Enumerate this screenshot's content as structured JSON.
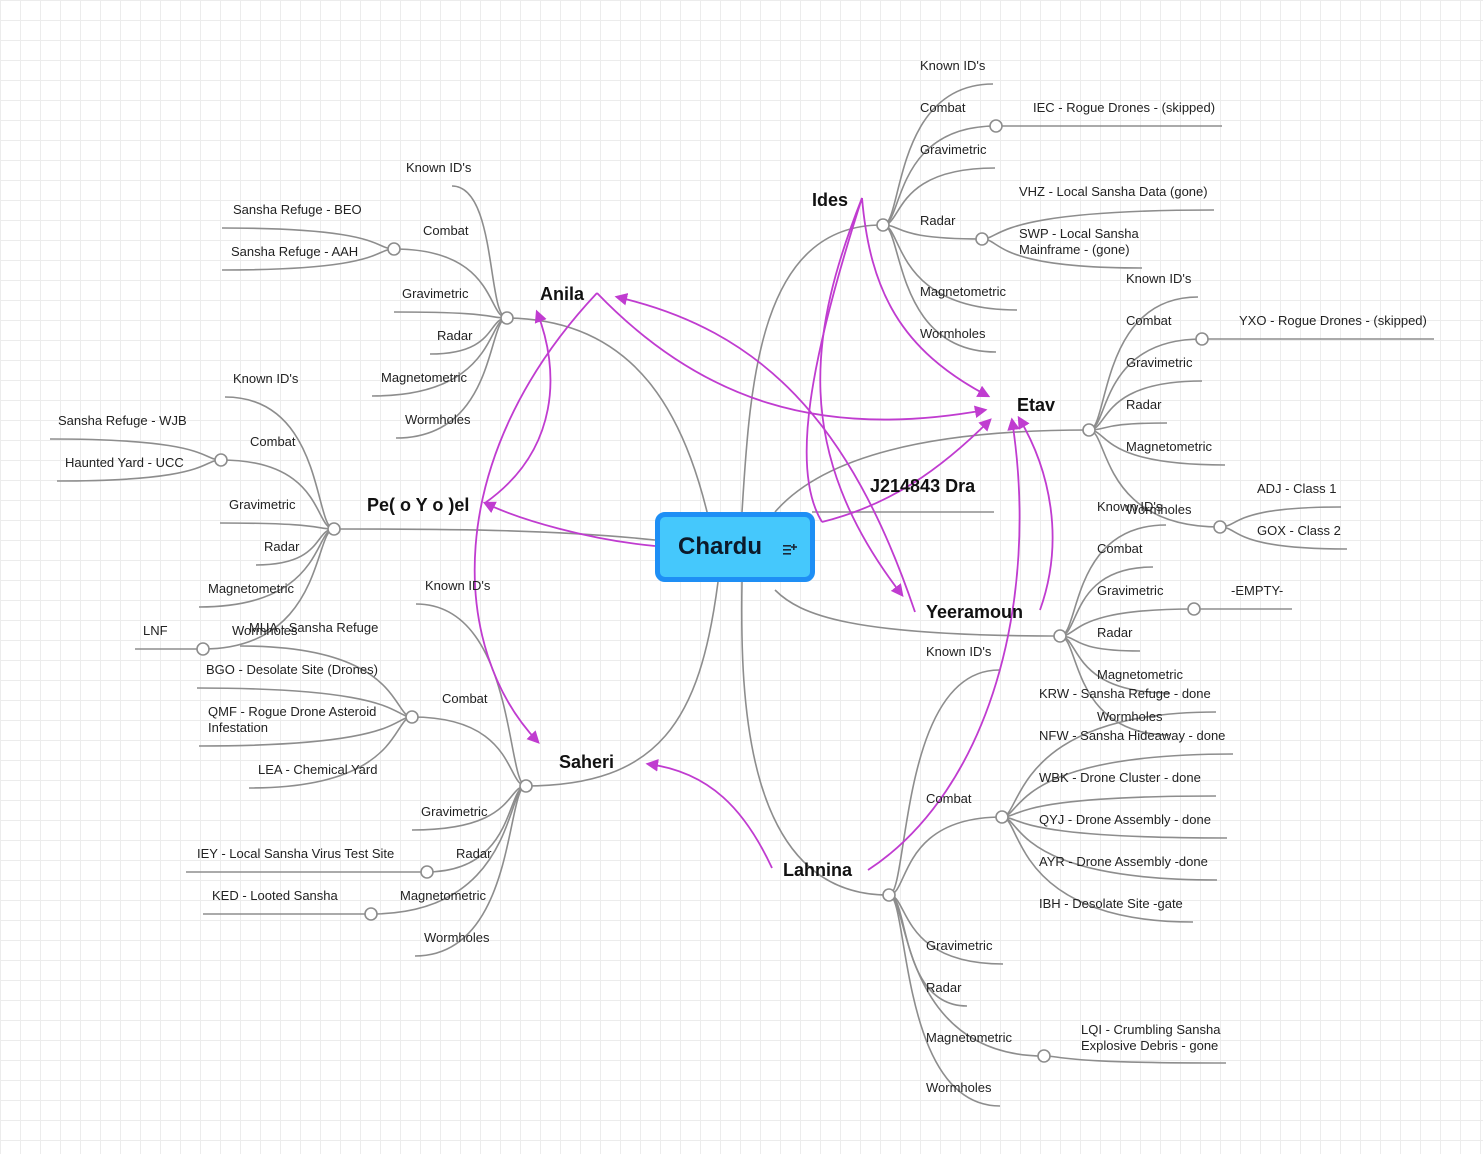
{
  "central": {
    "title": "Chardu",
    "icon": "notes-icon"
  },
  "colors": {
    "accent": "#45c8fc",
    "accent_border": "#1e8ff5",
    "relationship": "#c03cd0",
    "connector": "#8d8d8d"
  },
  "systems": {
    "anila": {
      "name": "Anila",
      "known_ids": "Known ID's",
      "combat": "Combat",
      "combat_sites": [
        "Sansha Refuge - BEO",
        "Sansha Refuge - AAH"
      ],
      "gravimetric": "Gravimetric",
      "radar": "Radar",
      "magnetometric": "Magnetometric",
      "wormholes": "Wormholes"
    },
    "peyoel": {
      "name": "Pe( o Y o )el",
      "known_ids": "Known ID's",
      "combat": "Combat",
      "combat_sites": [
        "Sansha Refuge - WJB",
        "Haunted Yard - UCC"
      ],
      "gravimetric": "Gravimetric",
      "radar": "Radar",
      "magnetometric": "Magnetometric",
      "wormholes": "Wormholes",
      "wormhole_sites": [
        "LNF"
      ]
    },
    "saheri": {
      "name": "Saheri",
      "known_ids": "Known ID's",
      "combat": "Combat",
      "combat_sites": [
        "MUA - Sansha Refuge",
        "BGO - Desolate Site (Drones)",
        "QMF - Rogue Drone Asteroid Infestation",
        "LEA - Chemical Yard"
      ],
      "gravimetric": "Gravimetric",
      "radar": "Radar",
      "radar_sites": [
        "IEY - Local Sansha Virus Test Site"
      ],
      "magnetometric": "Magnetometric",
      "magnetometric_sites": [
        "KED - Looted Sansha"
      ],
      "wormholes": "Wormholes"
    },
    "ides": {
      "name": "Ides",
      "known_ids": "Known ID's",
      "combat": "Combat",
      "combat_sites": [
        "IEC - Rogue Drones - (skipped)"
      ],
      "gravimetric": "Gravimetric",
      "radar": "Radar",
      "radar_sites": [
        "VHZ - Local Sansha Data (gone)",
        "SWP - Local Sansha Mainframe - (gone)"
      ],
      "magnetometric": "Magnetometric",
      "wormholes": "Wormholes"
    },
    "etav": {
      "name": "Etav",
      "known_ids": "Known ID's",
      "combat": "Combat",
      "combat_sites": [
        "YXO - Rogue Drones - (skipped)"
      ],
      "gravimetric": "Gravimetric",
      "radar": "Radar",
      "magnetometric": "Magnetometric",
      "wormholes": "Wormholes",
      "wormhole_sites": [
        "ADJ - Class 1",
        "GOX - Class 2"
      ]
    },
    "j214843": {
      "name": "J214843 Dra"
    },
    "yeeramoun": {
      "name": "Yeeramoun",
      "known_ids": "Known ID's",
      "combat": "Combat",
      "gravimetric": "Gravimetric",
      "gravimetric_sites": [
        "-EMPTY-"
      ],
      "radar": "Radar",
      "magnetometric": "Magnetometric",
      "wormholes": "Wormholes"
    },
    "lahnina": {
      "name": "Lahnina",
      "known_ids": "Known ID's",
      "combat": "Combat",
      "combat_sites": [
        "KRW - Sansha Refuge - done",
        "NFW - Sansha Hideaway - done",
        "WBK - Drone Cluster - done",
        "QYJ - Drone Assembly - done",
        "AYR - Drone Assembly -done",
        "IBH - Desolate Site -gate"
      ],
      "gravimetric": "Gravimetric",
      "radar": "Radar",
      "magnetometric": "Magnetometric",
      "magnetometric_sites": [
        "LQI - Crumbling Sansha Explosive Debris - gone"
      ],
      "wormholes": "Wormholes"
    }
  }
}
